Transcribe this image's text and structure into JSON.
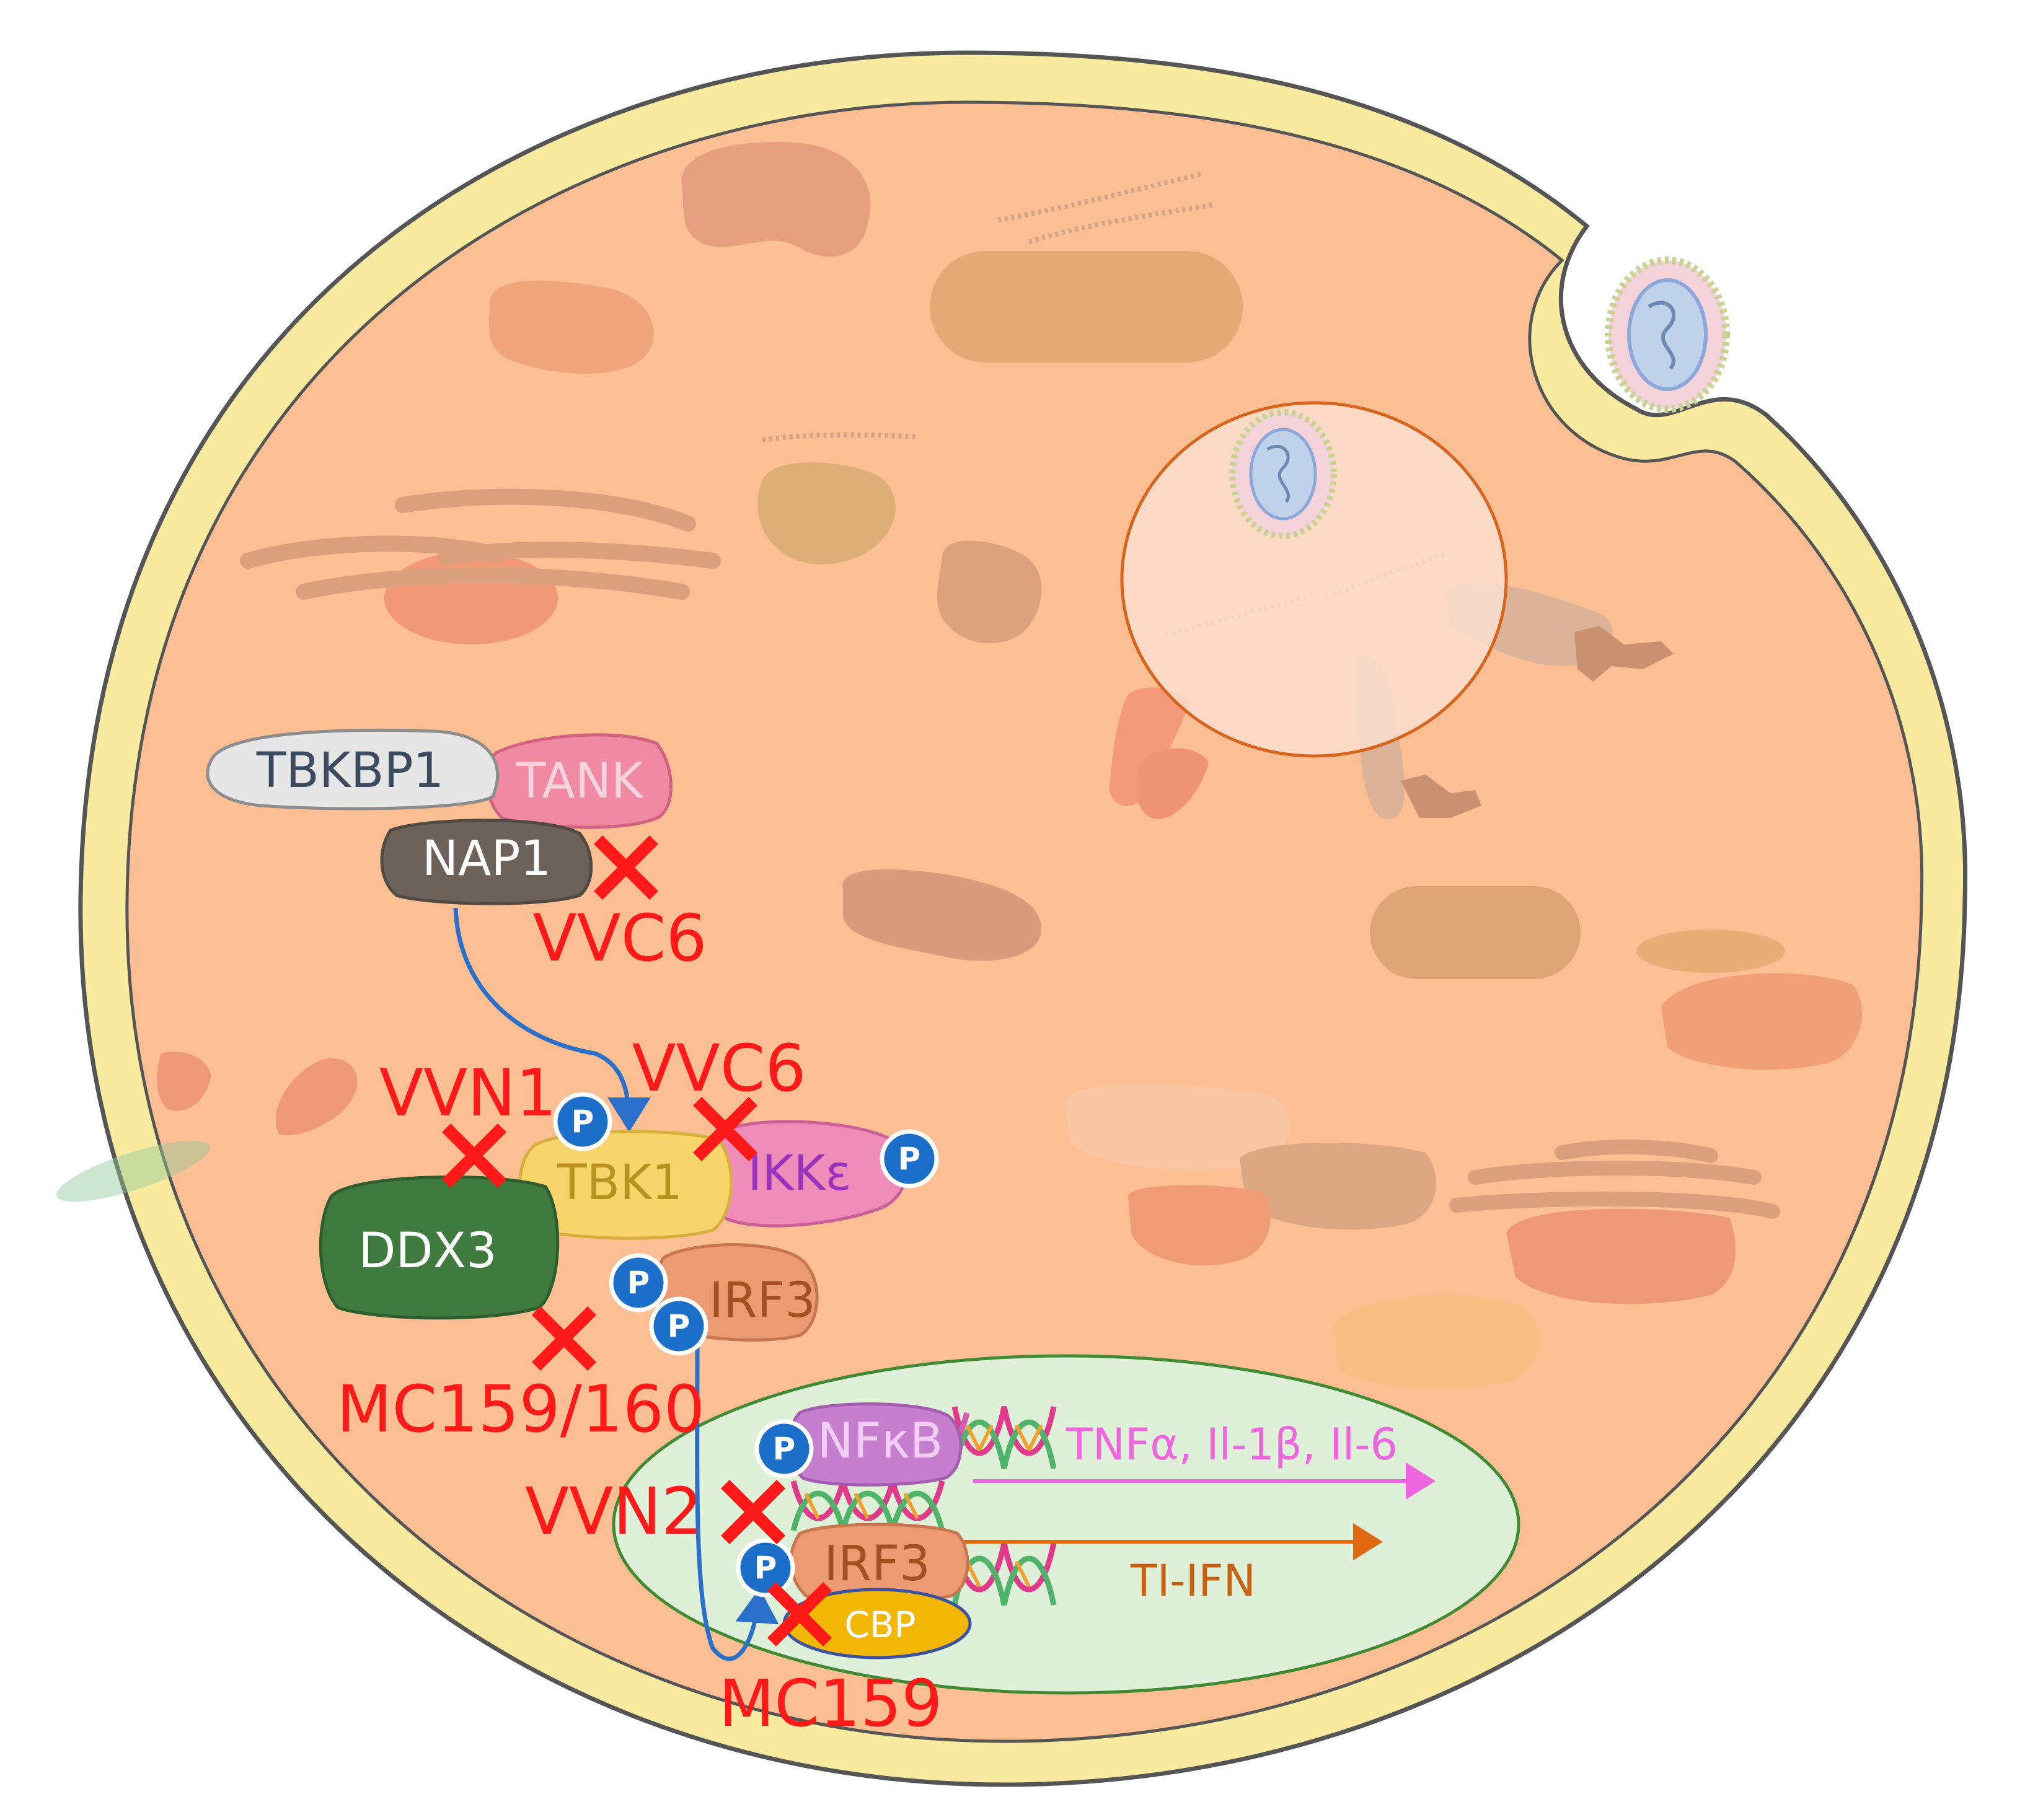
{
  "proteins": {
    "tbkbp1": "TBKBP1",
    "tank": "TANK",
    "nap1": "NAP1",
    "tbk1": "TBK1",
    "ikke": "IKKε",
    "ddx3": "DDX3",
    "irf3_cyto": "IRF3",
    "nfkb": "NFκB",
    "irf3_nuc": "IRF3",
    "cbp": "CBP"
  },
  "phospho_label": "P",
  "inhibitors": {
    "vvc6_nap1": "VVC6",
    "vvn1": "VVN1",
    "vvc6_ikke": "VVC6",
    "mc159_160": "MC159/160",
    "vvn2": "VVN2",
    "mc159": "MC159"
  },
  "outputs": {
    "nfkb_targets": "TNFα, Il-1β, Il-6",
    "irf3_targets": "TI-IFN"
  },
  "colors": {
    "cytoplasm": "#fbbf93",
    "membrane": "#f8eba0",
    "nucleus": "#dff0d8",
    "inhibitor": "#ff1a1a",
    "arrow_blue": "#2a6fc9",
    "nfkb_arrow": "#ee66dd",
    "ifn_arrow": "#e0680f",
    "phospho": "#1c6fc8"
  },
  "icons": [
    "inhibition-x-icon",
    "phosphate-icon",
    "dna-icon",
    "virus-particle-icon"
  ]
}
